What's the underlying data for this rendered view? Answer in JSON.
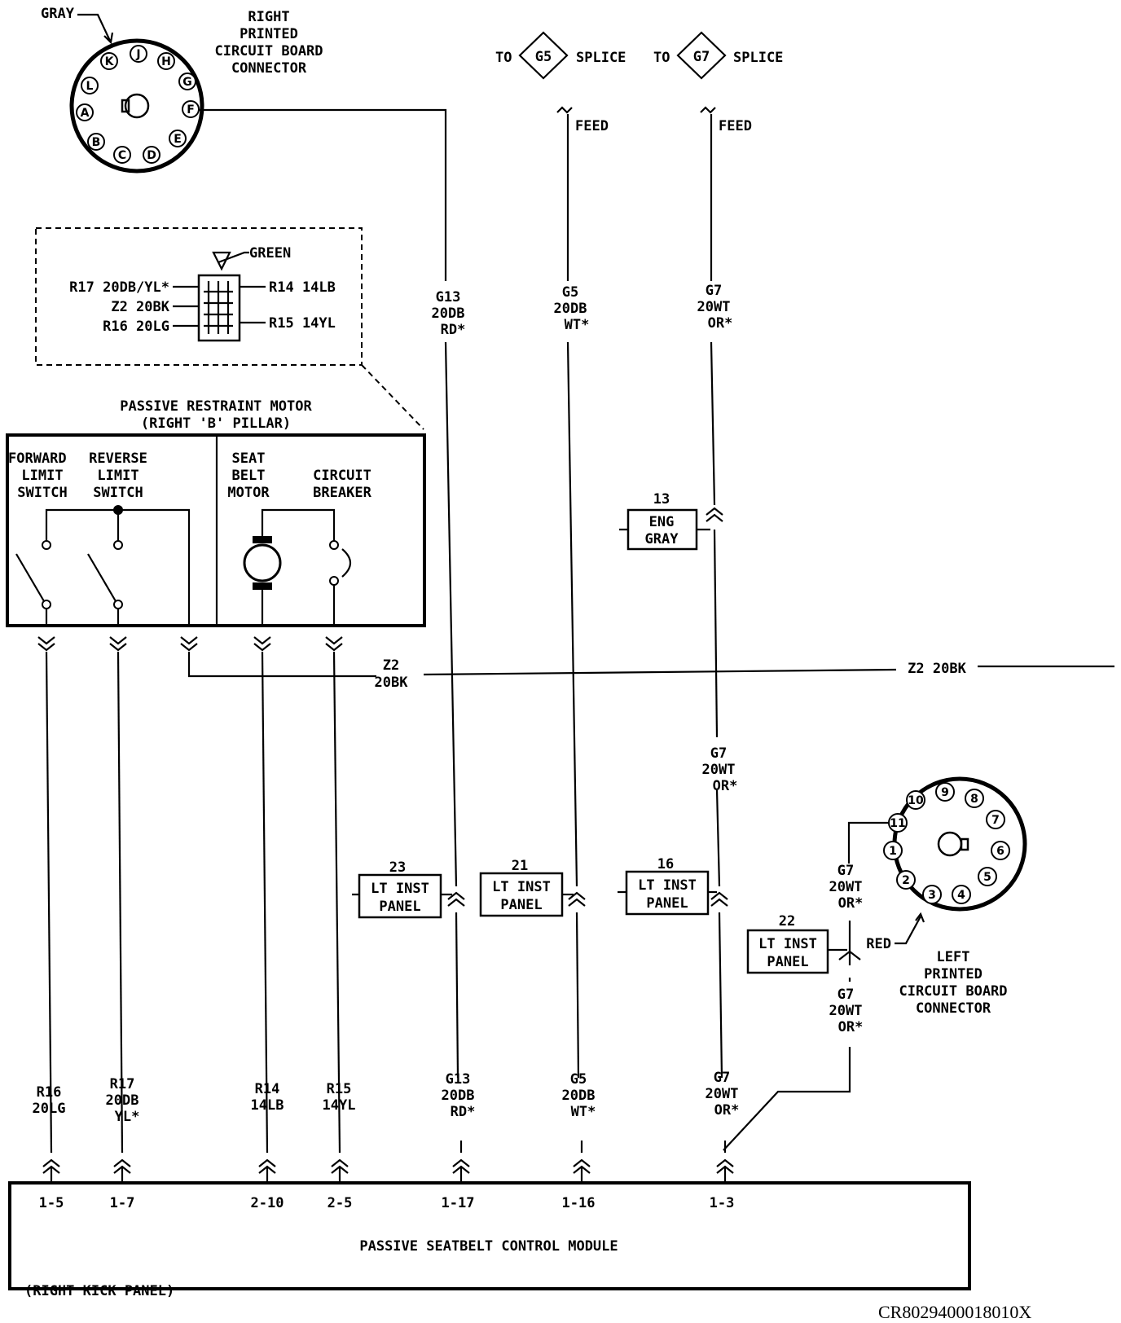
{
  "top_connector": {
    "color_label": "GRAY",
    "name_lines": [
      "RIGHT",
      "PRINTED",
      "CIRCUIT BOARD",
      "CONNECTOR"
    ],
    "pins": [
      "K",
      "J",
      "H",
      "L",
      "G",
      "A",
      "F",
      "B",
      "E",
      "C",
      "D"
    ]
  },
  "splices": [
    {
      "to": "TO",
      "id": "G5",
      "label": "SPLICE",
      "feed": "FEED"
    },
    {
      "to": "TO",
      "id": "G7",
      "label": "SPLICE",
      "feed": "FEED"
    }
  ],
  "green_connector": {
    "color_label": "GREEN",
    "left_pins": [
      "R17 20DB/YL*",
      "Z2 20BK",
      "R16 20LG"
    ],
    "right_pins": [
      "R14 14LB",
      "R15 14YL"
    ]
  },
  "motor": {
    "title_lines": [
      "PASSIVE RESTRAINT MOTOR",
      "(RIGHT 'B' PILLAR)"
    ],
    "forward_lines": [
      "FORWARD",
      "LIMIT",
      "SWITCH"
    ],
    "reverse_lines": [
      "REVERSE",
      "LIMIT",
      "SWITCH"
    ],
    "seat_lines": [
      "SEAT",
      "BELT",
      "MOTOR"
    ],
    "breaker_lines": [
      "CIRCUIT",
      "BREAKER"
    ]
  },
  "wire_labels": {
    "g13_top": [
      "G13",
      "20DB",
      "RD*"
    ],
    "g5_top": [
      "G5",
      "20DB",
      "WT*"
    ],
    "g7_top": [
      "G7",
      "20WT",
      "OR*"
    ],
    "g7_mid": [
      "G7",
      "20WT",
      "OR*"
    ],
    "z2_left": [
      "Z2",
      "20BK"
    ],
    "z2_right": "Z2 20BK",
    "g7_conn_upper": [
      "G7",
      "20WT",
      "OR*"
    ],
    "g7_conn_lower": [
      "G7",
      "20WT",
      "OR*"
    ]
  },
  "bottom_labels": [
    [
      "R16",
      "20LG"
    ],
    [
      "R17",
      "20DB",
      "YL*"
    ],
    [
      "R14",
      "14LB"
    ],
    [
      "R15",
      "14YL"
    ],
    [
      "G13",
      "20DB",
      "RD*"
    ],
    [
      "G5",
      "20DB",
      "WT*"
    ],
    [
      "G7",
      "20WT",
      "OR*"
    ]
  ],
  "connector_boxes": [
    {
      "num": "13",
      "lines": [
        "ENG",
        "GRAY"
      ]
    },
    {
      "num": "23",
      "lines": [
        "LT INST",
        "PANEL"
      ]
    },
    {
      "num": "21",
      "lines": [
        "LT INST",
        "PANEL"
      ]
    },
    {
      "num": "16",
      "lines": [
        "LT INST",
        "PANEL"
      ]
    },
    {
      "num": "22",
      "lines": [
        "LT INST",
        "PANEL"
      ]
    }
  ],
  "left_connector": {
    "color_label": "RED",
    "name_lines": [
      "LEFT",
      "PRINTED",
      "CIRCUIT BOARD",
      "CONNECTOR"
    ],
    "pins": [
      "10",
      "9",
      "8",
      "11",
      "7",
      "1",
      "6",
      "2",
      "5",
      "3",
      "4"
    ]
  },
  "module": {
    "pins": [
      "1-5",
      "1-7",
      "2-10",
      "2-5",
      "1-17",
      "1-16",
      "1-3"
    ],
    "title": "PASSIVE SEATBELT CONTROL MODULE",
    "location": "(RIGHT KICK PANEL)"
  },
  "figure_code": "CR8029400018010X"
}
